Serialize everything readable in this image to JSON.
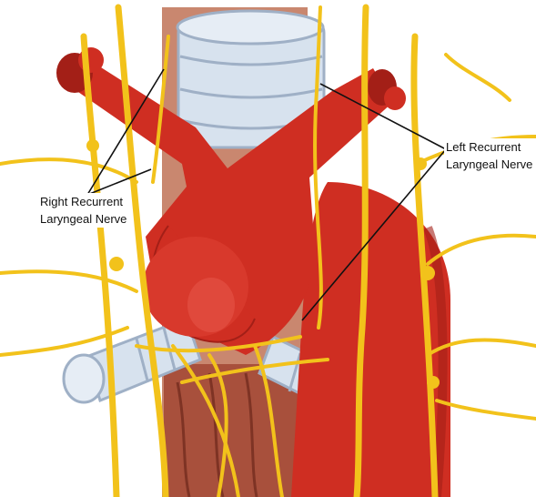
{
  "labels": {
    "right_nerve": [
      "Right Recurrent",
      "Laryngeal Nerve"
    ],
    "left_nerve": [
      "Left Recurrent",
      "Laryngeal Nerve"
    ]
  },
  "colors": {
    "nerve": "#f2c21b",
    "nerve_outline": "#d9a400",
    "artery": "#cf2e22",
    "artery_dark": "#a31f17",
    "artery_highlight": "#e8574a",
    "trachea": "#d7e2ee",
    "trachea_outline": "#9fb0c6",
    "esophagus": "#b0523f",
    "leader_line": "#111111"
  }
}
